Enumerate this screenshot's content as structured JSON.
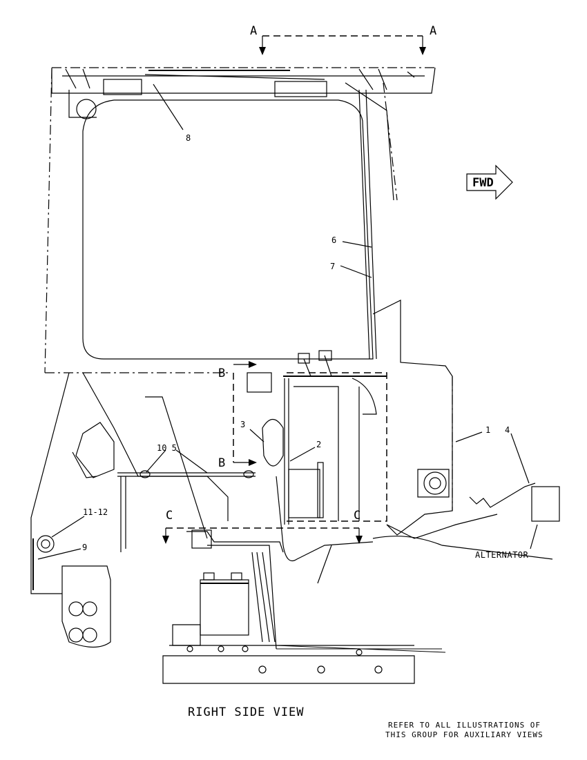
{
  "drawing": {
    "view_title": "RIGHT SIDE VIEW",
    "note_line_1": "REFER TO ALL ILLUSTRATIONS OF",
    "note_line_2": "THIS GROUP FOR AUXILIARY VIEWS",
    "direction_label": "FWD",
    "alternator_label": "ALTERNATOR"
  },
  "section_markers": {
    "a_left": "A",
    "a_right": "A",
    "b_top": "B",
    "b_bottom": "B",
    "c_left": "C",
    "c_right": "C"
  },
  "callouts": {
    "c1": "1",
    "c2": "2",
    "c3": "3",
    "c4": "4",
    "c10_5": "10 5",
    "c6": "6",
    "c7": "7",
    "c8": "8",
    "c9": "9",
    "c11_12": "11-12"
  }
}
